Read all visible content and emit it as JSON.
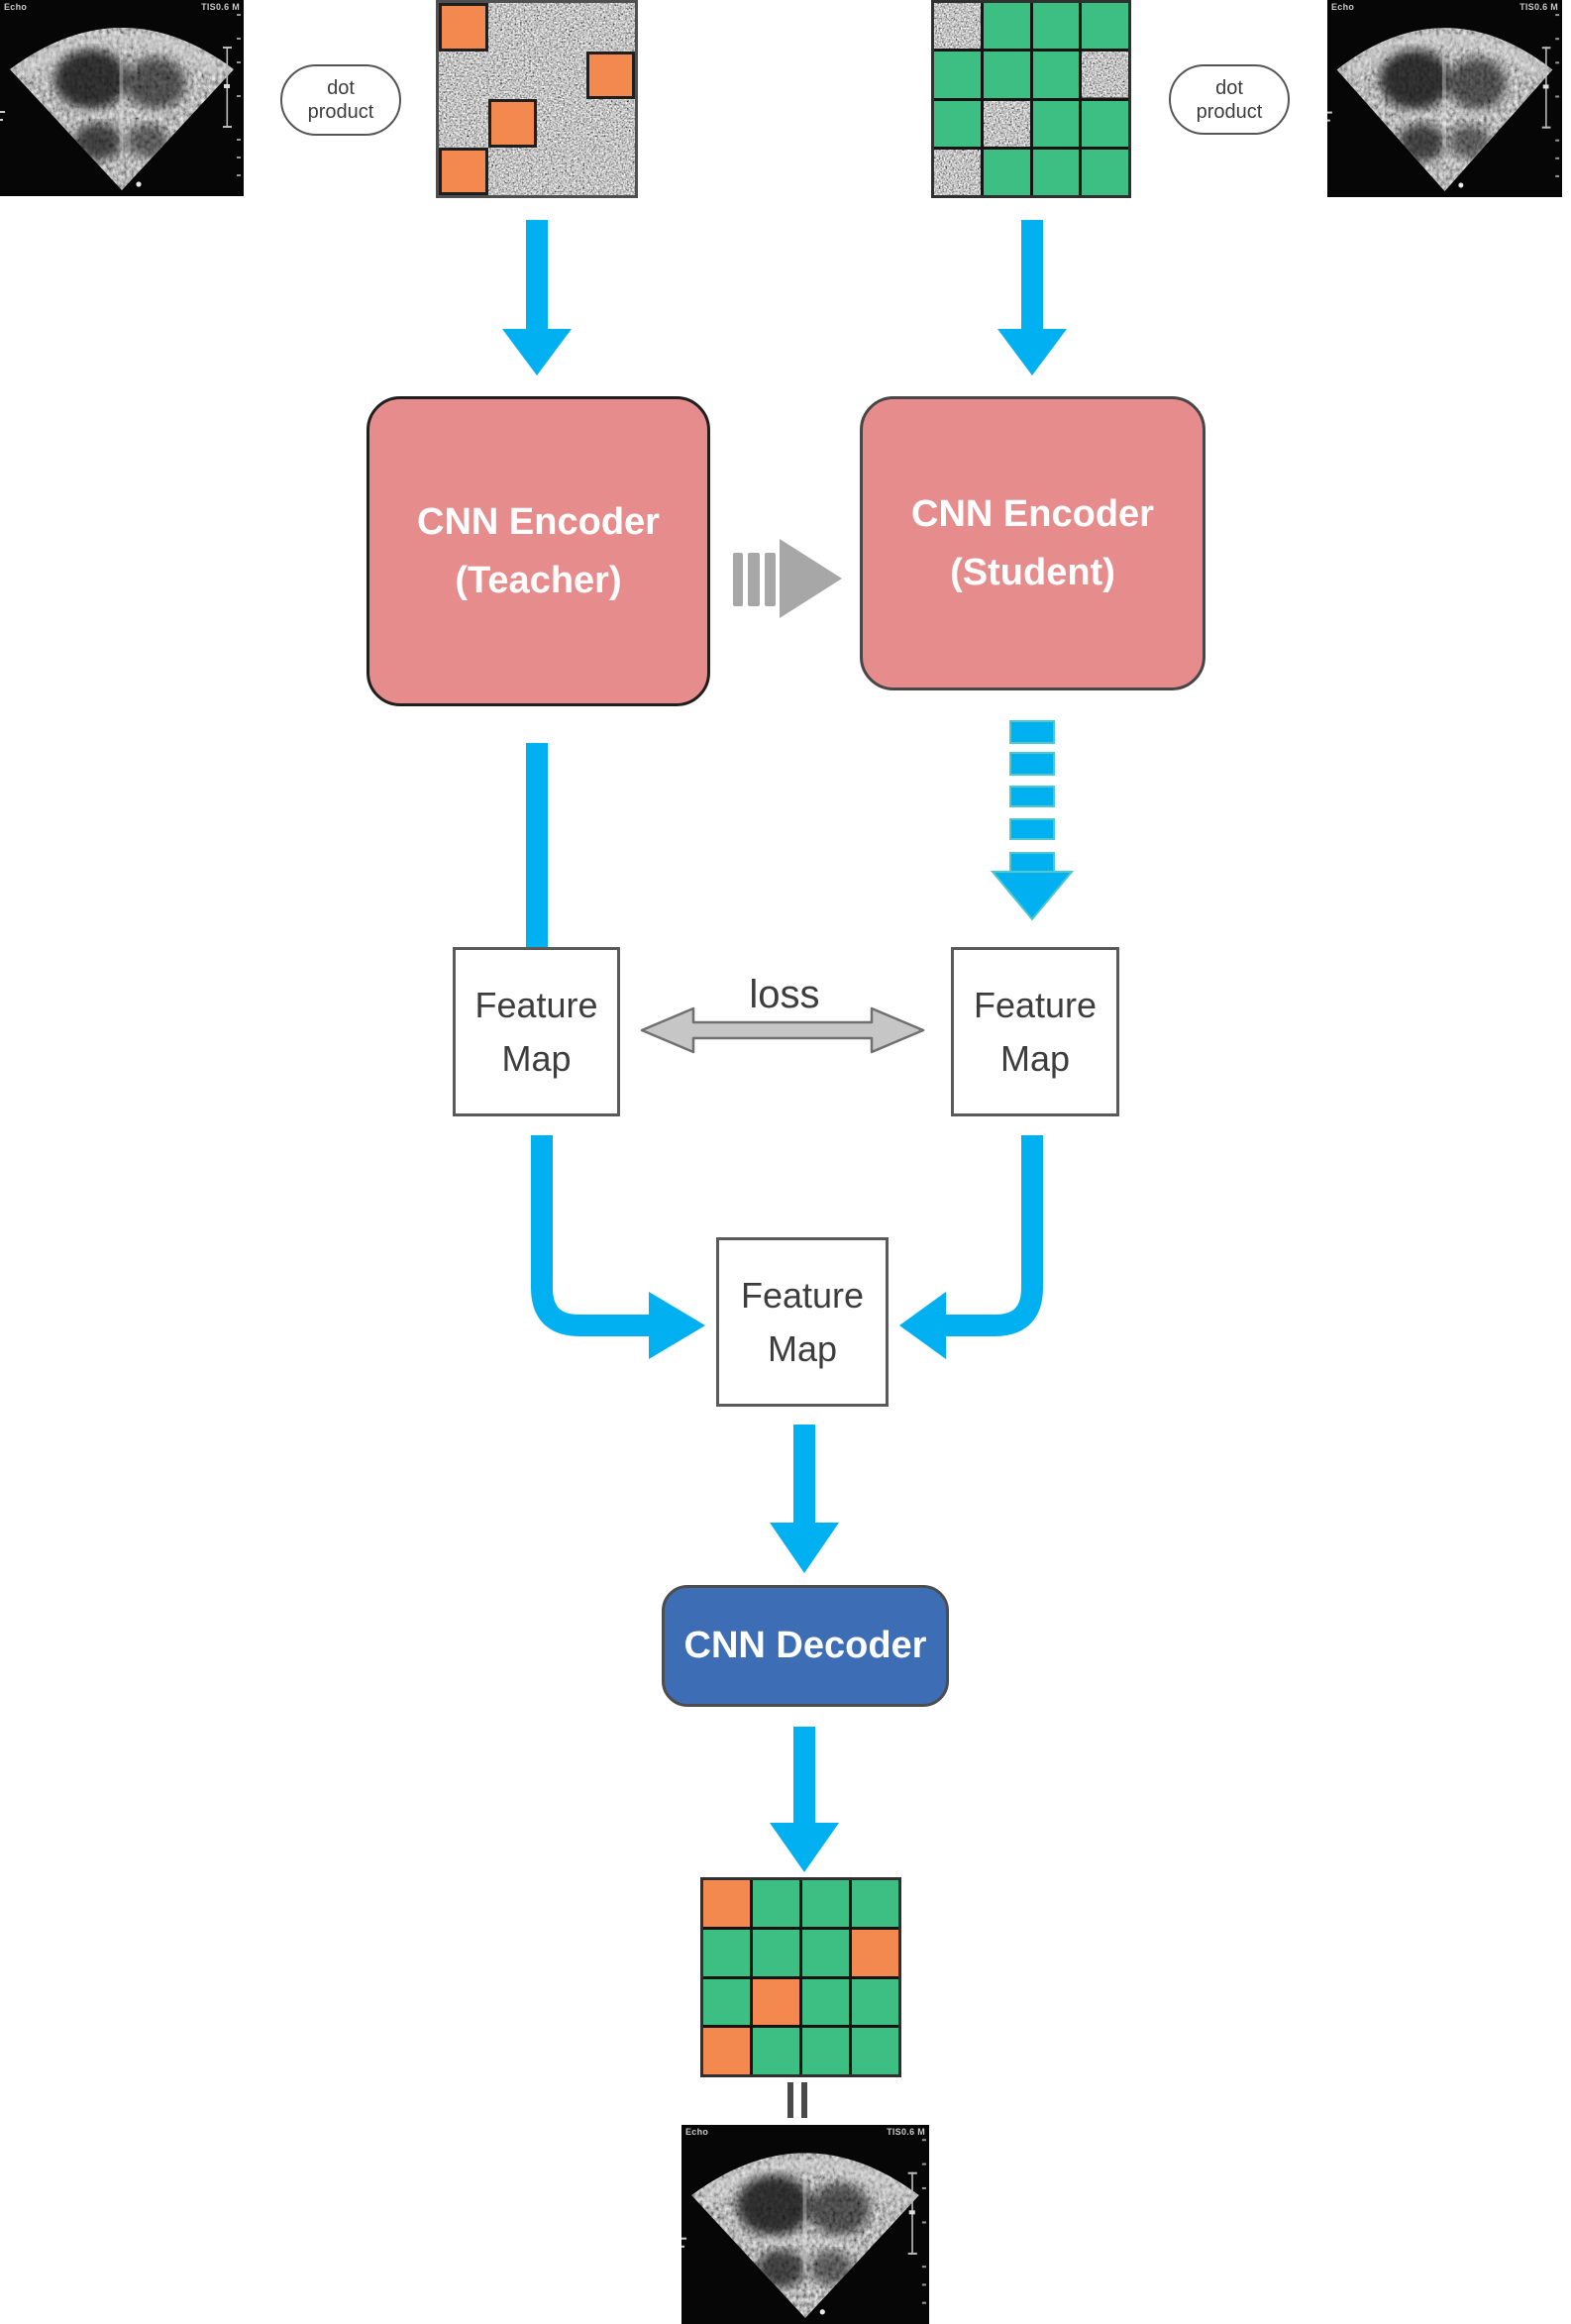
{
  "colors": {
    "cyan": "#00b0f0",
    "cyan_edge": "#4cc9cd",
    "pink": "#e78c8c",
    "decoder_blue": "#3d6db5",
    "green": "#3dbe82",
    "orange": "#f4894f",
    "gray_arrow": "#a7a7a7",
    "loss_fill": "#c6c6c6",
    "loss_stroke": "#707070",
    "box_border": "#5a5a5a",
    "text_dark": "#3d3d3d"
  },
  "echo": {
    "name_label": "Echo",
    "ti_label": "TIS0.6  M"
  },
  "ovals": {
    "left": {
      "line1": "dot",
      "line2": "product"
    },
    "right": {
      "line1": "dot",
      "line2": "product"
    }
  },
  "grids": {
    "masked_teacher": {
      "rows": 4,
      "cols": 4,
      "gap": 0,
      "cells": [
        [
          "orange",
          "noise",
          "noise",
          "noise"
        ],
        [
          "noise",
          "noise",
          "noise",
          "orange"
        ],
        [
          "noise",
          "orange",
          "noise",
          "noise"
        ],
        [
          "orange",
          "noise",
          "noise",
          "noise"
        ]
      ]
    },
    "masked_student": {
      "rows": 4,
      "cols": 4,
      "gap": 3,
      "cells": [
        [
          "noise",
          "green",
          "green",
          "green"
        ],
        [
          "green",
          "green",
          "green",
          "noise"
        ],
        [
          "green",
          "noise",
          "green",
          "green"
        ],
        [
          "noise",
          "green",
          "green",
          "green"
        ]
      ]
    },
    "reconstruction": {
      "rows": 4,
      "cols": 4,
      "gap": 3,
      "cells": [
        [
          "orange",
          "green",
          "green",
          "green"
        ],
        [
          "green",
          "green",
          "green",
          "orange"
        ],
        [
          "green",
          "orange",
          "green",
          "green"
        ],
        [
          "orange",
          "green",
          "green",
          "green"
        ]
      ]
    }
  },
  "nodes": {
    "teacher": {
      "line1": "CNN Encoder",
      "line2": "(Teacher)"
    },
    "student": {
      "line1": "CNN Encoder",
      "line2": "(Student)"
    },
    "fm_teacher": {
      "line1": "Feature",
      "line2": "Map"
    },
    "fm_student": {
      "line1": "Feature",
      "line2": "Map"
    },
    "fm_merged": {
      "line1": "Feature",
      "line2": "Map"
    },
    "decoder": {
      "label": "CNN Decoder"
    }
  },
  "labels": {
    "loss": "loss"
  }
}
